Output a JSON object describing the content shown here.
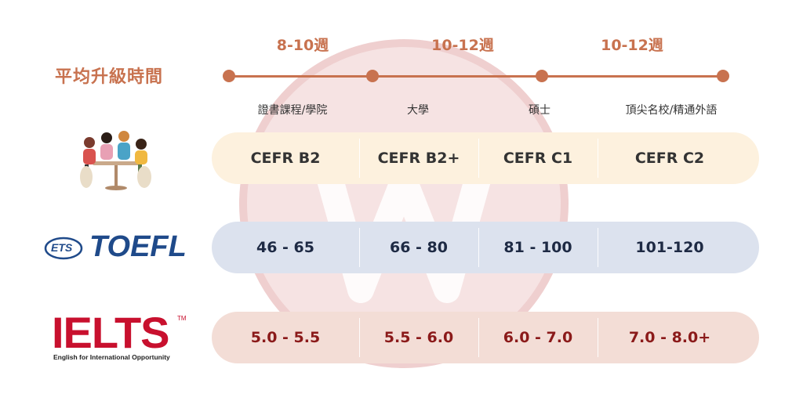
{
  "timeline": {
    "title": "平均升級時間",
    "durations": [
      "8-10週",
      "10-12週",
      "10-12週"
    ],
    "levels": [
      "證書課程/學院",
      "大學",
      "碩士",
      "頂尖名校/精通外語"
    ]
  },
  "rows": {
    "cefr": [
      "CEFR B2",
      "CEFR B2+",
      "CEFR C1",
      "CEFR C2"
    ],
    "toefl": [
      "46 - 65",
      "66 - 80",
      "81 - 100",
      "101-120"
    ],
    "ielts": [
      "5.0 - 5.5",
      "5.5 - 6.0",
      "6.0 - 7.0",
      "7.0 - 8.0+"
    ]
  },
  "logos": {
    "ets": "ETS",
    "toefl": "TOEFL",
    "ielts": "IELTS",
    "ielts_tm": "TM",
    "ielts_tagline": "English for International Opportunity"
  },
  "colors": {
    "accent": "#c8724f",
    "cefr_row": "#fdf1de",
    "toefl_row": "#dce2ee",
    "ielts_row": "#f3ddd6",
    "ielts_red": "#c8102e",
    "toefl_blue": "#1f4a8a"
  }
}
